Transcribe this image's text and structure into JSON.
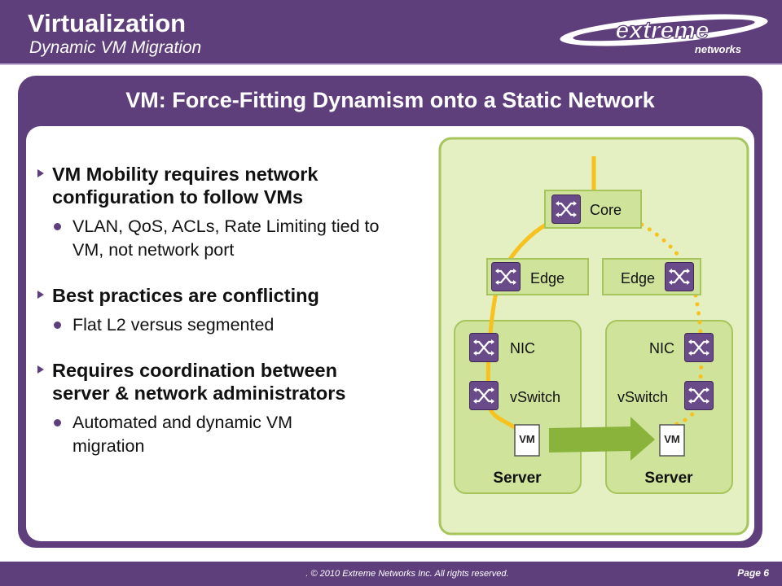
{
  "header": {
    "title": "Virtualization",
    "subtitle": "Dynamic VM Migration",
    "logo": {
      "primary": "extreme",
      "secondary": "networks"
    }
  },
  "panel": {
    "title": "VM: Force-Fitting Dynamism onto a Static Network"
  },
  "bullets": [
    {
      "text": "VM Mobility requires network configuration to follow VMs",
      "sub": [
        "VLAN, QoS, ACLs, Rate Limiting tied to VM, not network port"
      ]
    },
    {
      "text": "Best practices are conflicting",
      "sub": [
        "Flat L2 versus segmented"
      ]
    },
    {
      "text": "Requires coordination between server & network administrators",
      "sub": [
        "Automated and dynamic VM migration"
      ]
    }
  ],
  "diagram": {
    "core": "Core",
    "edge_left": "Edge",
    "edge_right": "Edge",
    "nic_left": "NIC",
    "vswitch_left": "vSwitch",
    "vm_left": "VM",
    "server_left": "Server",
    "nic_right": "NIC",
    "vswitch_right": "vSwitch",
    "vm_right": "VM",
    "server_right": "Server"
  },
  "colors": {
    "purple": "#5e3f7c",
    "green_bg": "#e4efc2",
    "green_border": "#a6c55a",
    "node_green": "#cfe39a",
    "path_yellow": "#f7c21e",
    "arrow_green": "#8ab33c"
  },
  "footer": {
    "copyright": ".   © 2010 Extreme Networks Inc.  All rights reserved.",
    "page": "Page 6"
  }
}
